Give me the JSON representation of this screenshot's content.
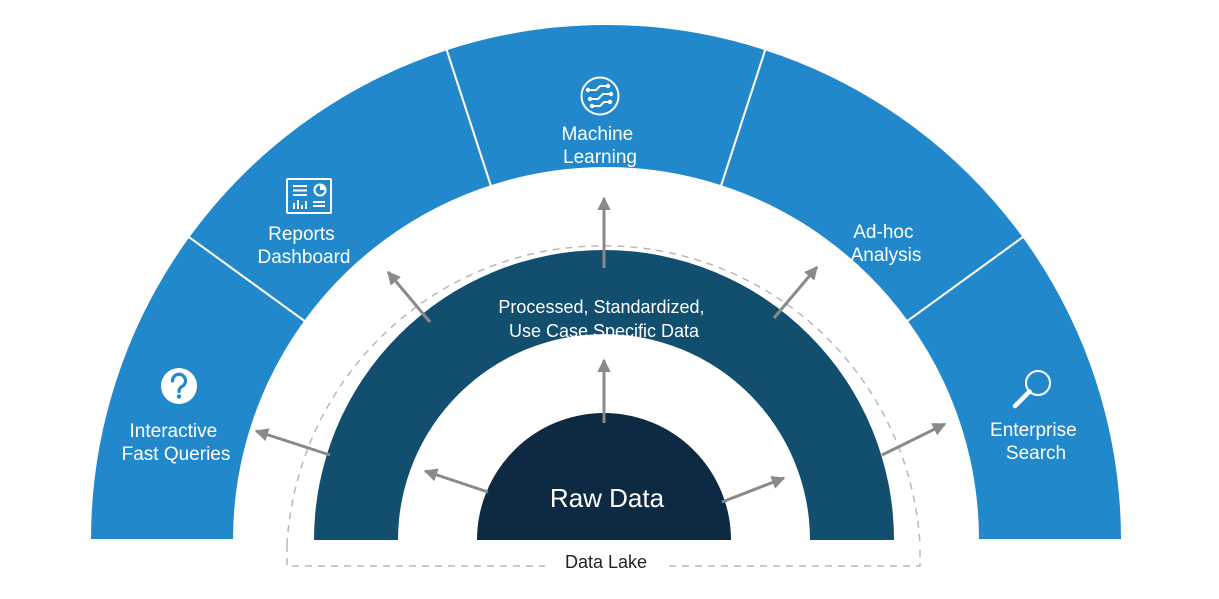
{
  "outer_segments": [
    {
      "line1": "Interactive",
      "line2": "Fast Queries",
      "icon": "question-icon"
    },
    {
      "line1": "Reports",
      "line2": "Dashboard",
      "icon": "dashboard-icon"
    },
    {
      "line1": "Machine",
      "line2": "Learning",
      "icon": "neural-circuit-icon"
    },
    {
      "line1": "Ad-hoc",
      "line2": "Analysis",
      "icon": ""
    },
    {
      "line1": "Enterprise",
      "line2": "Search",
      "icon": "magnifier-icon"
    }
  ],
  "middle_band": {
    "line1": "Processed, Standardized,",
    "line2": "Use Case Specific Data"
  },
  "core": {
    "label": "Raw Data"
  },
  "boundary": {
    "label": "Data Lake"
  },
  "colors": {
    "outer": "#2288cc",
    "middle": "#124e6e",
    "core": "#0e2a42",
    "arrow": "#8a8a8a",
    "dashed": "#b8b8b8"
  }
}
